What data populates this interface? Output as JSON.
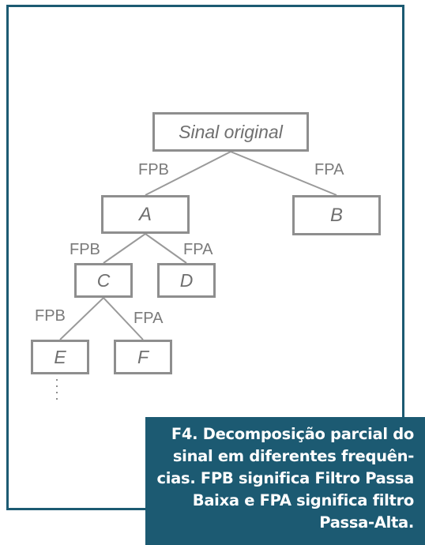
{
  "diagram": {
    "root": {
      "label": "Sinal original"
    },
    "nodes": {
      "a": "A",
      "b": "B",
      "c": "C",
      "d": "D",
      "e": "E",
      "f": "F"
    },
    "edge_labels": {
      "low": "FPB",
      "high": "FPA"
    },
    "colors": {
      "frame": "#1c5a72",
      "box_border": "#8e8e8e",
      "text": "#6f6f6f"
    }
  },
  "caption": {
    "lines": [
      "F4. Decomposição parcial do",
      "sinal em diferentes frequên-",
      "cias. FPB significa Filtro Passa",
      "Baixa e FPA significa filtro",
      "Passa-Alta."
    ]
  }
}
